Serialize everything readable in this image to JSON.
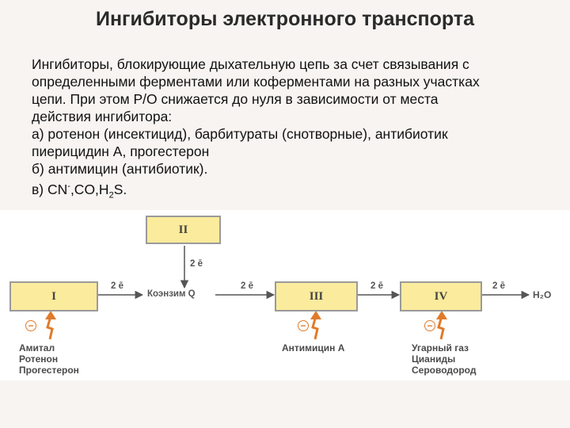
{
  "slide": {
    "title": "Ингибиторы электронного транспорта",
    "paragraph_lines": [
      "Ингибиторы, блокирующие дыхательную цепь за счет связывания с",
      "определенными ферментами или коферментами на разных участках",
      "цепи. При этом Р/О снижается до нуля в зависимости от места",
      "действия ингибитора:",
      "а) ротенон (инсектицид), барбитураты (снотворные), антибиотик",
      "пиерицидин А, прогестерон",
      "б) антимицин (антибиотик)."
    ],
    "formula": {
      "prefix": "в) CN",
      "sup": "-",
      "mid": ",CO,H",
      "sub": "2",
      "suffix": "S."
    }
  },
  "diagram": {
    "complexes": {
      "I": "I",
      "II": "II",
      "III": "III",
      "IV": "IV"
    },
    "labels": {
      "two_e": "2 ē",
      "coenzyme_q": "Коэнзим Q",
      "water": "H₂O",
      "minus": "−"
    },
    "inhibitors": {
      "complex_I": [
        "Амитал",
        "Ротенон",
        "Прогестерон"
      ],
      "complex_III": [
        "Антимицин А"
      ],
      "complex_IV": [
        "Угарный газ",
        "Цианиды",
        "Сероводород"
      ]
    },
    "colors": {
      "box_fill": "#fbeb9c",
      "inhibition_arrow": "#e07b2a"
    }
  }
}
